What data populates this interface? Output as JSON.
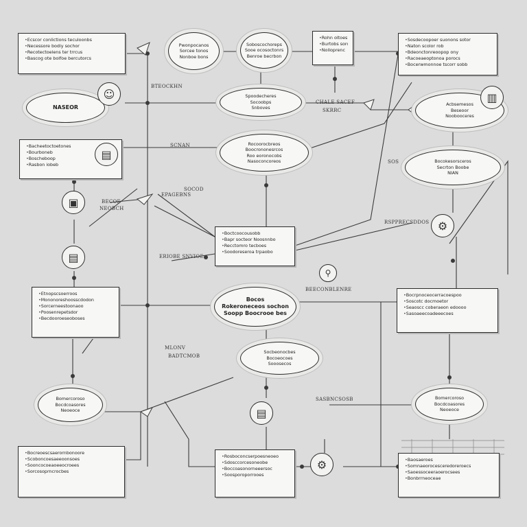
{
  "diagram": {
    "boxes": {
      "b1": [
        "Ecscor conlictions teculoonbs",
        "Necessore bodiy sochor",
        "Recotectoelens ter trrcus",
        "Bascog ote bolfoe bercutorcs"
      ],
      "b2": [
        "Rohn oltoes",
        "Burtobs sorcp",
        "Nolloprenc"
      ],
      "b3": [
        "Sosdecoopoer suonons sotor",
        "Naton scolor rob",
        "Bdeonctonreoopop ony",
        "Racoeaeoptonoa porocs",
        "Bocerwmonnoe tscorr sobb"
      ],
      "b4": [
        "Bacheetoctoetones",
        "Bourboneb",
        "Boscheboop",
        "Rasbon iobeb"
      ],
      "b5": [
        "Boctcoocousobb",
        "Bapr socteor Noosnnbo",
        "Recctomro tecboes",
        "Soodoreseroa trpaobo"
      ],
      "b6": [
        "Etnopscsoerroos",
        "Mononoreshoosscdodon",
        "Sorcerneestoonaoo",
        "Poosenrepetsdor",
        "Becdooroeseoboses"
      ],
      "b7": [
        "Bocrpnoceocerracoespoo",
        "Soscotc docmoetor",
        "Seaoscc coberaeon edoooo",
        "Sasoaeecoadeeecoes"
      ],
      "b8": [
        "Bocreoescsaerornbonoore",
        "Scoboncoesaeeoonsoes",
        "Sooncocoeaoeeocroees",
        "Sorcosoprncrocbes"
      ],
      "b9": [
        "Rosboconcserpoesneoeo",
        "Sdosccorcesoneobe",
        "Boccoasonorneeersoc",
        "Soosporoporrooes"
      ],
      "b10": [
        "Baosaeroes",
        "Somnaeorocesceredoreroecs",
        "Saoessoceeraoerocsees",
        "Bonbrrneoceae"
      ]
    },
    "clouds": {
      "c1": [
        "NASEOR"
      ],
      "c2": [
        "Pwonpocanos",
        "Sorcee tonos",
        "Nonboe bons"
      ],
      "c3": [
        "Soboscochoreps",
        "Sooe ocosoctonrs",
        "Benroe becrbon"
      ],
      "c4": [
        "Spoodecheres",
        "Socoobps",
        "Snboves"
      ],
      "c5": [
        "Rocoorocbreos",
        "Boocrononesrcos",
        "Roo eoronocobs",
        "Nasoconcoreos"
      ],
      "c6": [
        "Acbsemesos",
        "Beseoor",
        "Noobooceres"
      ],
      "c7": [
        "Bocokesorsceros",
        "Secrton Boobe",
        "NIAN"
      ],
      "c8": [
        "Bocos",
        "Rokeroneceos sochon",
        "Soopp Boocrooe bes"
      ],
      "c9": [
        "Socbeonocbes",
        "Bocoeocoes",
        "Sooosecos"
      ],
      "c10": [
        "Bomercoroso",
        "Bocdcoasores",
        "Neoeoce"
      ]
    },
    "labels": {
      "l1": "BTEOCKHN",
      "l2": "SCNAN",
      "l3": "BECOE",
      "l4": "NEOBCH",
      "l5": "SOCOD",
      "l6": "EPAGEBNS",
      "l7": "ERIOBE SNVIOE",
      "l8": "BEECONBLENRE",
      "l9": "CHALE SACEF",
      "l10": "SKRRC",
      "l11": "SOS",
      "l12": "RSPPRECSDDOS",
      "l13": "MLONV",
      "l14": "BADTCMOB",
      "l15": "SASBNCSOSB"
    },
    "icons": [
      "person-icon",
      "document-icon",
      "monitor-icon",
      "server-icon",
      "robot-icon",
      "pin-icon"
    ]
  }
}
